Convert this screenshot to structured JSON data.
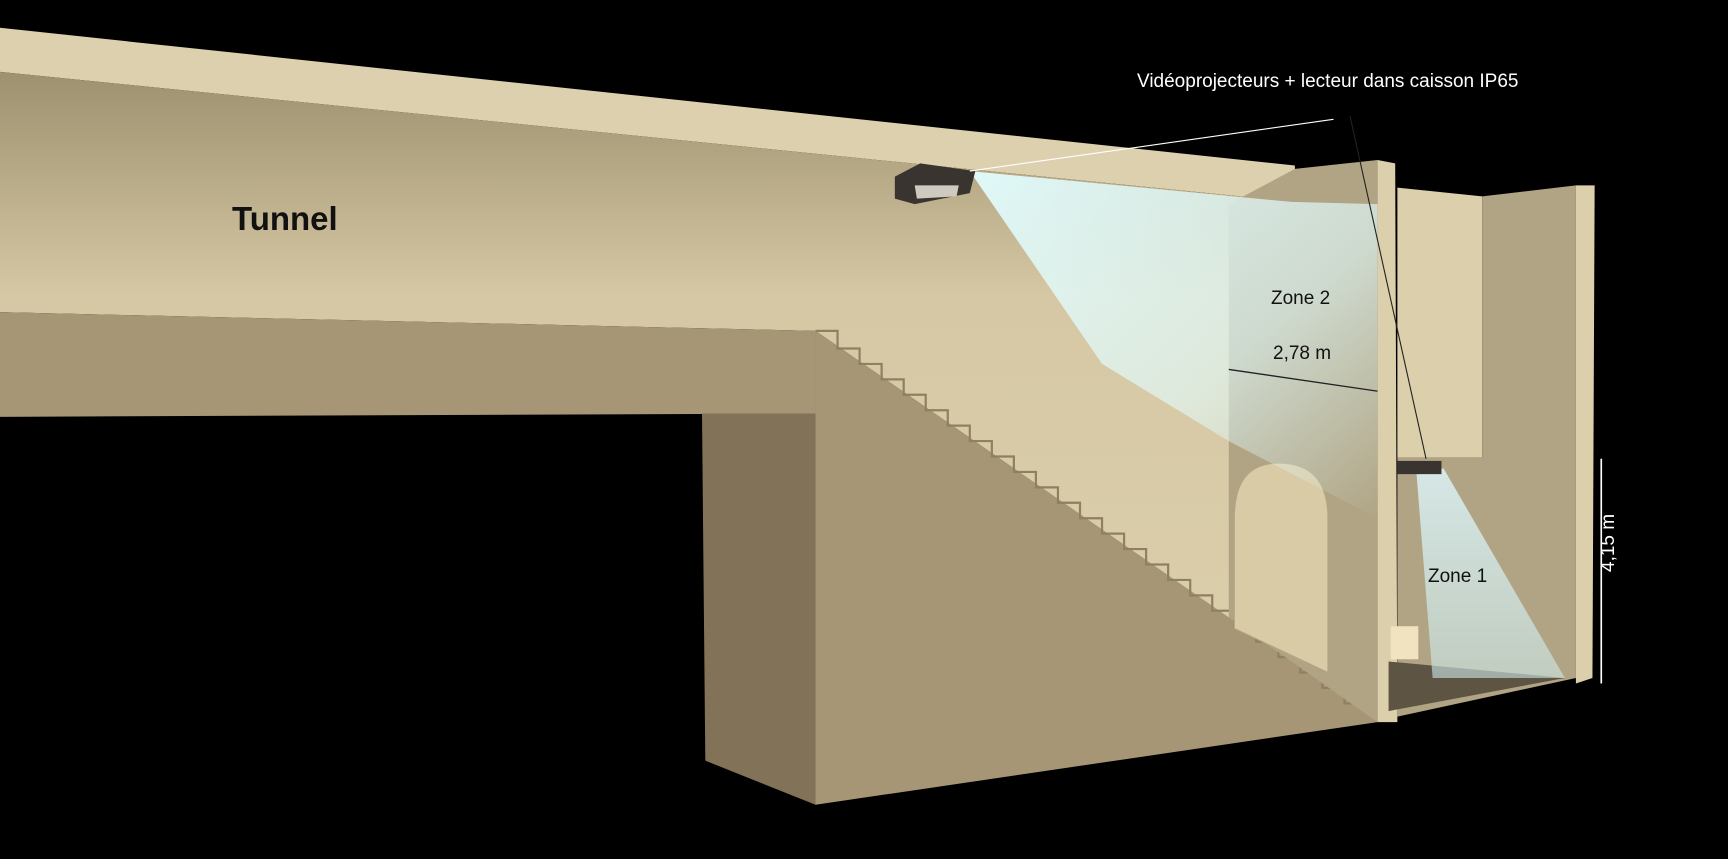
{
  "title": "Tunnel",
  "callout": "Vidéoprojecteurs + lecteur dans caisson IP65",
  "zone2": {
    "label": "Zone 2",
    "width": "2,78 m"
  },
  "zone1": {
    "label": "Zone 1",
    "height": "4,15 m"
  },
  "colors": {
    "wall_light": "#d9cba8",
    "wall_dark": "#a69676",
    "pillar": "#827358",
    "beam": "#e0fbff"
  }
}
